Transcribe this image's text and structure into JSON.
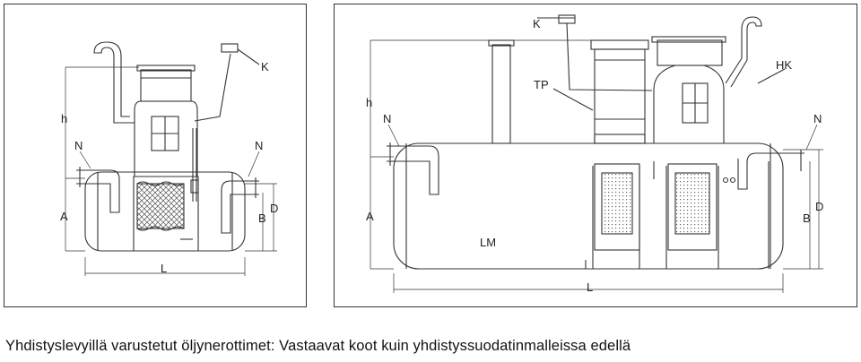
{
  "left_drawing": {
    "labels": {
      "h": "h",
      "k": "K",
      "n_left": "N",
      "n_right": "N",
      "a": "A",
      "b": "B",
      "d": "D",
      "l": "L"
    }
  },
  "right_drawing": {
    "labels": {
      "k": "K",
      "tp": "TP",
      "hk": "HK",
      "h": "h",
      "n_left": "N",
      "n_right": "N",
      "a": "A",
      "b": "B",
      "d": "D",
      "lm": "LM",
      "l": "L"
    }
  },
  "caption": "Yhdistyslevyillä varustetut öljynerottimet:  Vastaavat koot kuin yhdistyssuodatinmalleissa edellä",
  "colors": {
    "line": "#333333",
    "hatch": "#555555",
    "background": "#ffffff"
  }
}
